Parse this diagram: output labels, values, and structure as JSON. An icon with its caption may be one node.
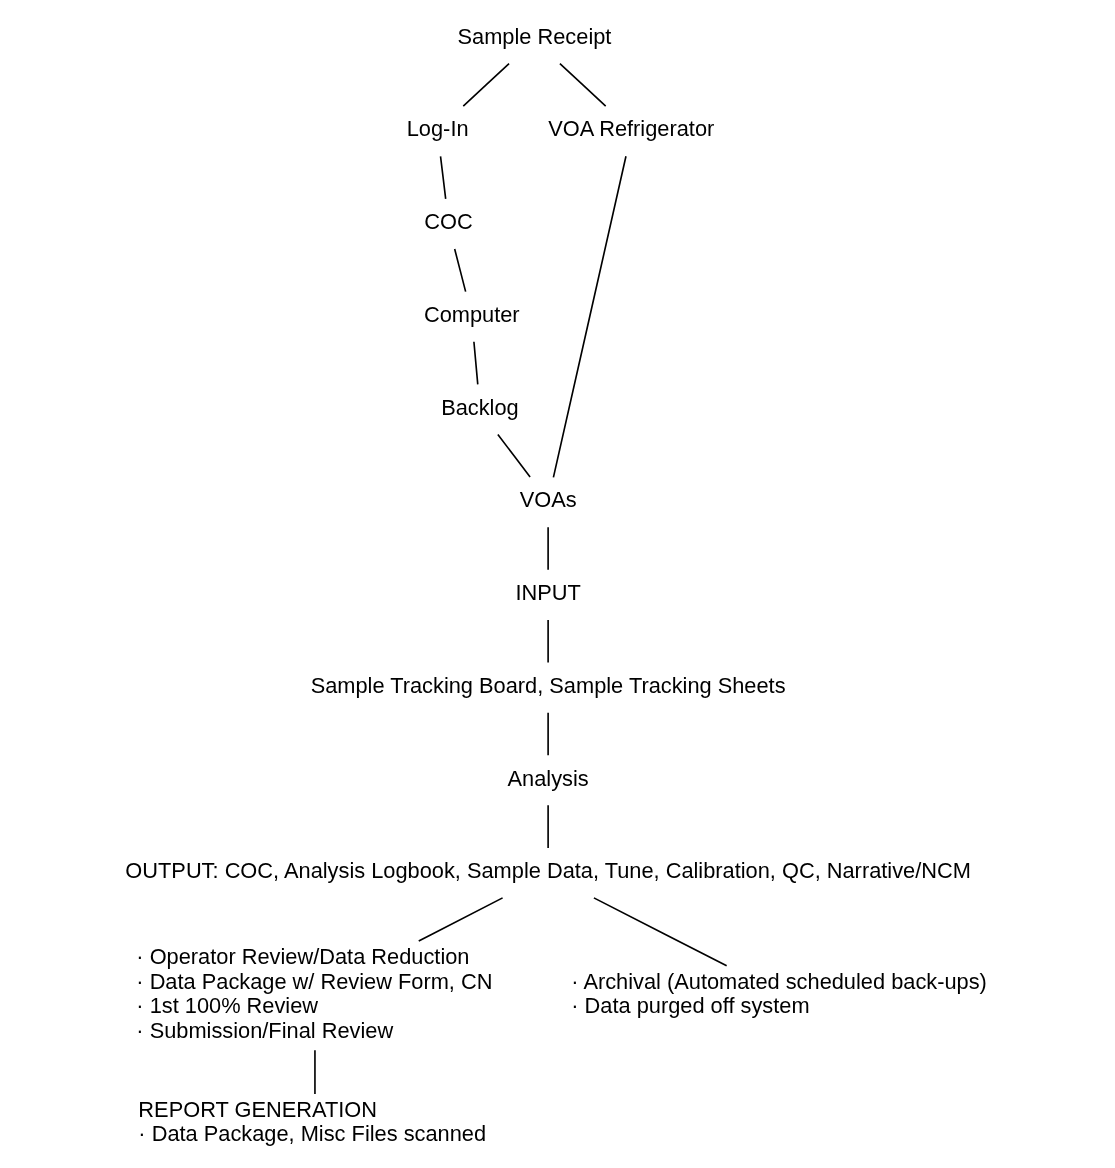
{
  "diagram": {
    "nodes": [
      {
        "text": [
          "Sample Receipt"
        ]
      },
      {
        "text": [
          "Log-In"
        ]
      },
      {
        "text": [
          "VOA Refrigerator"
        ]
      },
      {
        "text": [
          "COC"
        ]
      },
      {
        "text": [
          "Computer"
        ]
      },
      {
        "text": [
          "Backlog"
        ]
      },
      {
        "text": [
          "VOAs"
        ]
      },
      {
        "text": [
          "INPUT"
        ]
      },
      {
        "text": [
          "Sample Tracking Board, Sample Tracking Sheets"
        ]
      },
      {
        "text": [
          "Analysis"
        ]
      },
      {
        "text": [
          "OUTPUT: COC, Analysis Logbook, Sample Data, Tune, Calibration, QC, Narrative/NCM"
        ]
      },
      {
        "text": [
          "· Operator Review/Data Reduction",
          "· Data Package w/ Review Form, CN",
          "· 1st 100% Review",
          "· Submission/Final Review"
        ]
      },
      {
        "text": [
          "· Archival (Automated scheduled back-ups)",
          "· Data purged off system"
        ]
      },
      {
        "text": [
          "REPORT GENERATION",
          "· Data Package, Misc Files scanned"
        ]
      }
    ],
    "edges": [
      {
        "from": 0,
        "to": 1,
        "arrow": "none"
      },
      {
        "from": 0,
        "to": 2,
        "arrow": "none"
      },
      {
        "from": 1,
        "to": 3,
        "arrow": "none"
      },
      {
        "from": 3,
        "to": 4,
        "arrow": "none"
      },
      {
        "from": 4,
        "to": 5,
        "arrow": "none"
      },
      {
        "from": 5,
        "to": 6,
        "arrow": "none"
      },
      {
        "from": 2,
        "to": 6,
        "arrow": "none"
      },
      {
        "from": 6,
        "to": 7,
        "arrow": "none"
      },
      {
        "from": 7,
        "to": 8,
        "arrow": "none"
      },
      {
        "from": 8,
        "to": 9,
        "arrow": "none"
      },
      {
        "from": 9,
        "to": 10,
        "arrow": "none"
      },
      {
        "from": 10,
        "to": 11,
        "arrow": "none"
      },
      {
        "from": 10,
        "to": 12,
        "arrow": "none"
      },
      {
        "from": 11,
        "to": 13,
        "arrow": "none"
      }
    ]
  }
}
